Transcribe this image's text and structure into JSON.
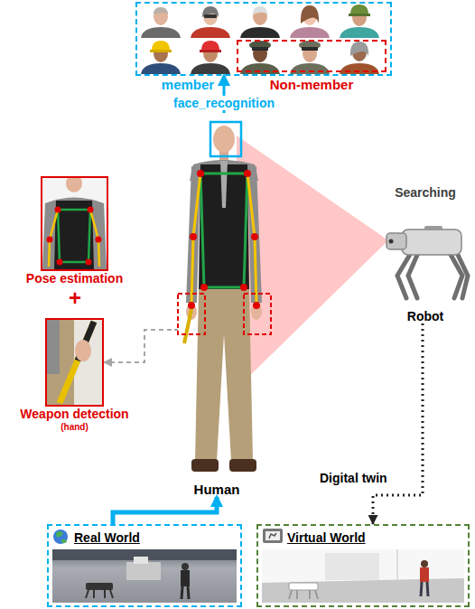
{
  "diagram": {
    "nodes": [
      {
        "text": [
          "member"
        ]
      },
      {
        "text": [
          "Non-member"
        ],
        "in": 0
      },
      {
        "text": [
          "Pose estimation"
        ]
      },
      {
        "text": [
          "Weapon detection",
          "(hand)"
        ]
      },
      {
        "text": [
          "Human"
        ]
      },
      {
        "text": [
          "Searching",
          "Robot"
        ]
      },
      {
        "text": [
          "Real World"
        ]
      },
      {
        "text": [
          "Virtual World"
        ]
      }
    ],
    "edges": [
      {
        "from": 4,
        "to": 0,
        "arrow": "to",
        "label": "face_recognition"
      },
      {
        "from": 4,
        "to": 3,
        "arrow": "to"
      },
      {
        "from": 6,
        "to": 4,
        "arrow": "to"
      },
      {
        "from": 5,
        "to": 7,
        "arrow": "to",
        "label": "Digital twin"
      }
    ],
    "labels": [
      "+"
    ]
  }
}
